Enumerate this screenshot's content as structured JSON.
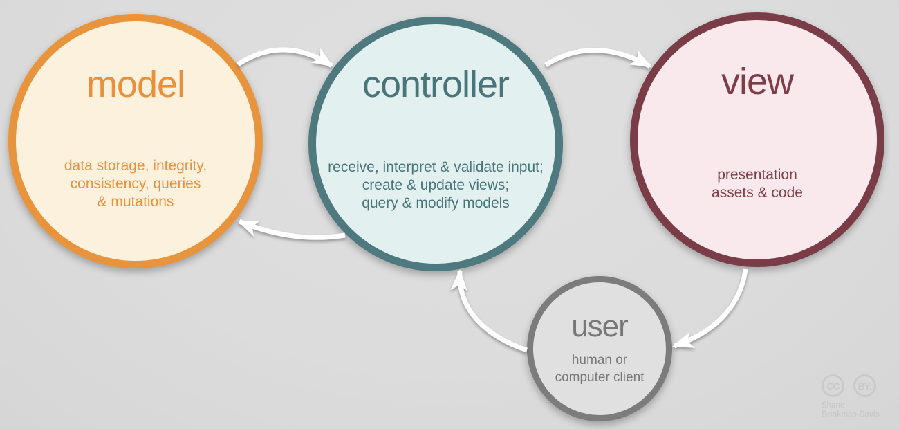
{
  "theme": {
    "background": "#dcdcdc",
    "arrow_color": "#ffffff",
    "watermark_color": "#c9c9c9",
    "model_border": "#e8943c",
    "model_fill": "#fcf1dd",
    "model_text": "#e8913c",
    "controller_border": "#4e797e",
    "controller_fill": "#e2f1ef",
    "controller_text": "#48747a",
    "view_border": "#7a3d48",
    "view_fill": "#f9e9ec",
    "view_text": "#7d3e49",
    "user_border": "#7c7c7c",
    "user_fill": "#e0e0e0",
    "user_text": "#777777"
  },
  "nodes": {
    "model": {
      "label": "model",
      "desc_lines": [
        "data storage, integrity,",
        "consistency, queries",
        "& mutations"
      ]
    },
    "controller": {
      "label": "controller",
      "desc_lines": [
        "receive, interpret & validate input;",
        "create & update views;",
        "query & modify models"
      ]
    },
    "view": {
      "label": "view",
      "desc_lines": [
        "presentation",
        "assets & code"
      ]
    },
    "user": {
      "label": "user",
      "desc_lines": [
        "human or",
        "computer client"
      ]
    }
  },
  "arrows": [
    {
      "name": "model-to-controller"
    },
    {
      "name": "controller-to-view"
    },
    {
      "name": "controller-to-model"
    },
    {
      "name": "user-to-controller"
    },
    {
      "name": "view-to-user"
    }
  ],
  "attribution": {
    "cc_label": "CC",
    "by_label": "BY:",
    "author_line1": "Shane",
    "author_line2": "Brinkman-Davis"
  }
}
